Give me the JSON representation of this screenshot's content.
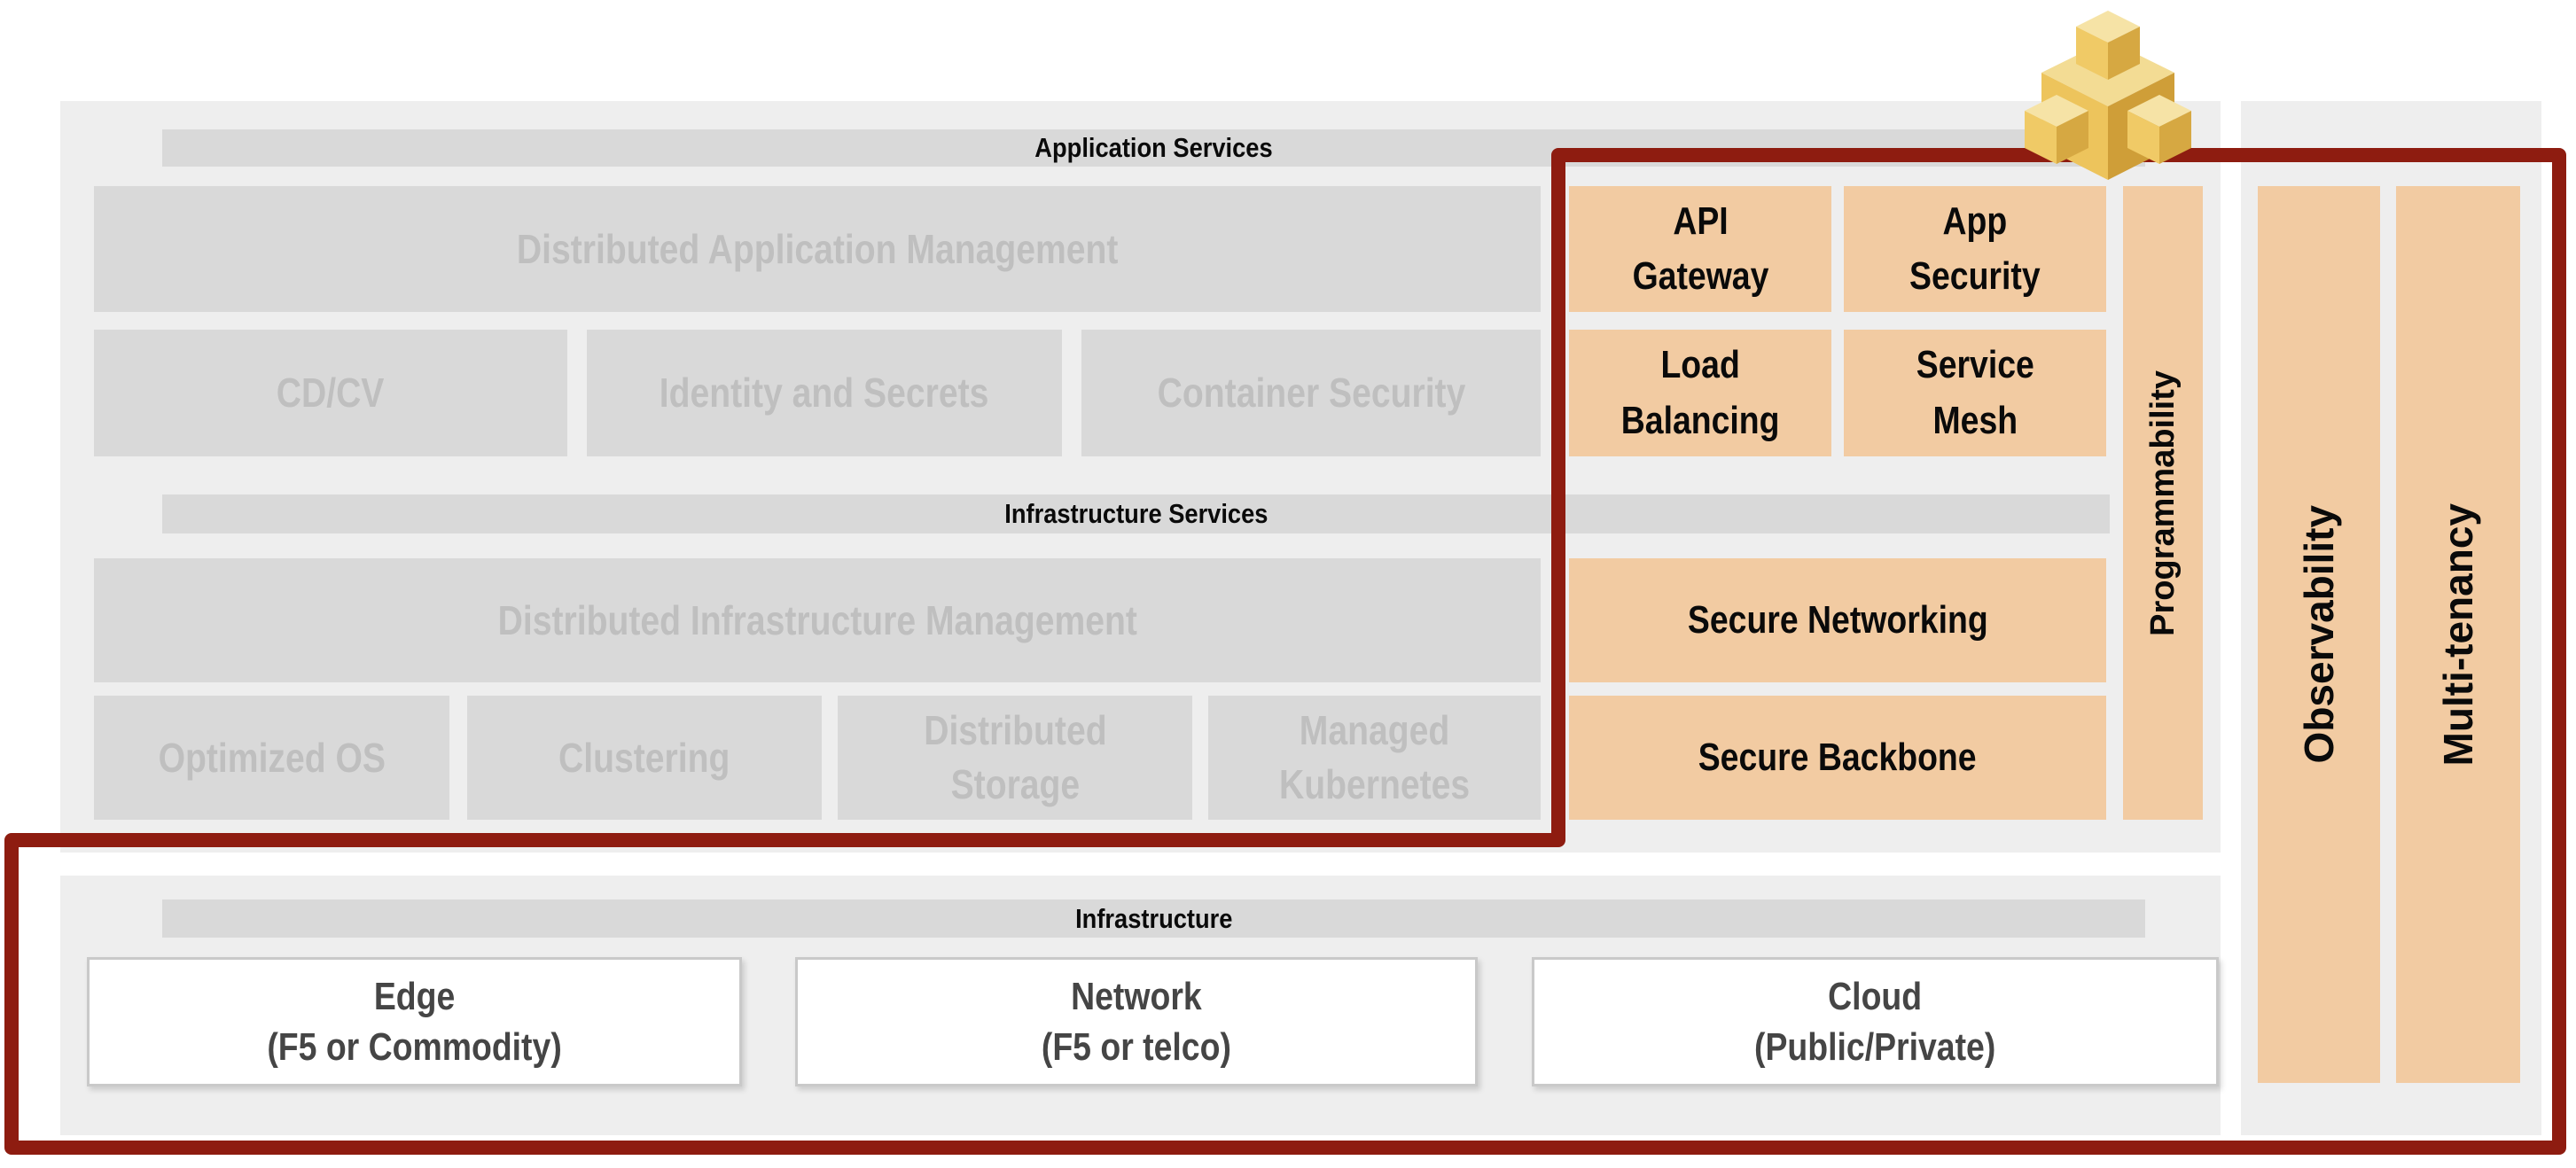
{
  "colors": {
    "accent_orange": "#f2cba2",
    "outline_red": "#8e1c10",
    "panel_gray": "#eeeeee",
    "tile_gray": "#d9d9d9",
    "muted_text": "#bfbfbf",
    "dark_text": "#0a0a0a",
    "whitebox_text": "#454545",
    "whitebox_border": "#c9c9c9",
    "gold_top": "#f3dc94",
    "gold_left": "#edc45c",
    "gold_right": "#cf9e38"
  },
  "application_services": {
    "header": "Application Services",
    "management": "Distributed Application Management",
    "tiles": [
      "CD/CV",
      "Identity and Secrets",
      "Container Security"
    ]
  },
  "infrastructure_services": {
    "header": "Infrastructure Services",
    "management": "Distributed Infrastructure Management",
    "tiles": [
      {
        "line1": "Optimized OS",
        "line2": ""
      },
      {
        "line1": "Clustering",
        "line2": ""
      },
      {
        "line1": "Distributed",
        "line2": "Storage"
      },
      {
        "line1": "Managed",
        "line2": "Kubernetes"
      }
    ]
  },
  "f5_services": {
    "api_gateway": {
      "line1": "API",
      "line2": "Gateway"
    },
    "app_security": {
      "line1": "App",
      "line2": "Security"
    },
    "load_balancing": {
      "line1": "Load",
      "line2": "Balancing"
    },
    "service_mesh": {
      "line1": "Service",
      "line2": "Mesh"
    },
    "secure_networking": "Secure Networking",
    "secure_backbone": "Secure Backbone",
    "programmability": "Programmability"
  },
  "platform_capabilities": {
    "observability": "Observability",
    "multi_tenancy": "Multi-tenancy"
  },
  "infrastructure": {
    "header": "Infrastructure",
    "tiles": [
      {
        "line1": "Edge",
        "line2": "(F5 or Commodity)"
      },
      {
        "line1": "Network",
        "line2": "(F5 or telco)"
      },
      {
        "line1": "Cloud",
        "line2": "(Public/Private)"
      }
    ]
  },
  "logo": {
    "name": "gold-cubes-logo"
  }
}
